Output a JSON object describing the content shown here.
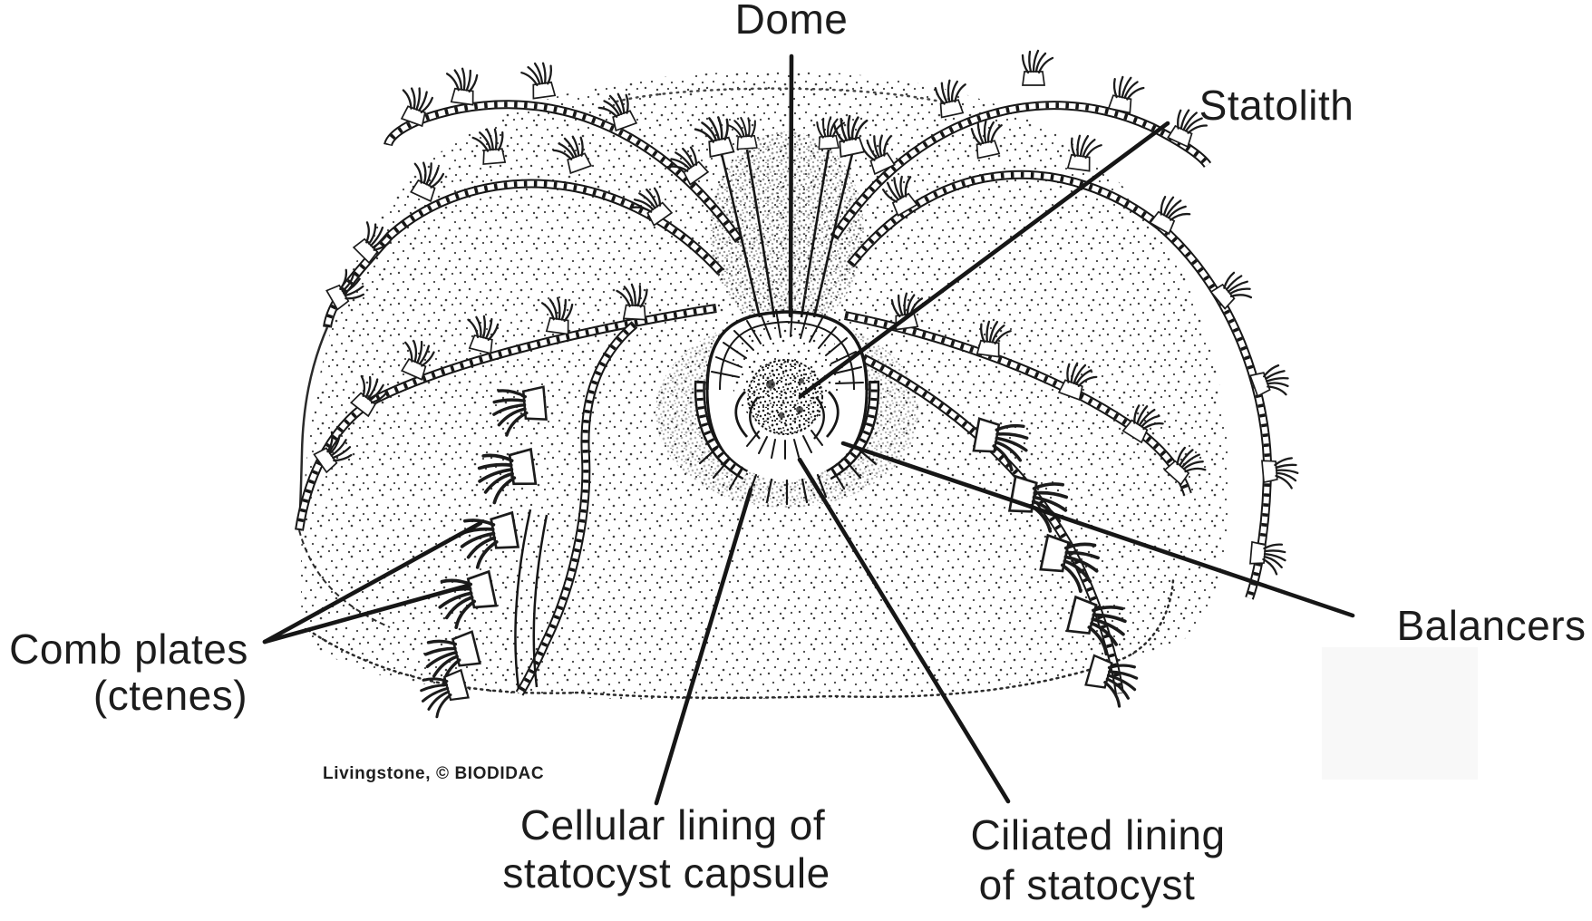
{
  "figure": {
    "labels": {
      "dome": {
        "text": "Dome"
      },
      "statolith": {
        "text": "Statolith"
      },
      "balancers": {
        "text": "Balancers"
      },
      "comb_plates": {
        "line1": "Comb plates",
        "line2": "(ctenes)"
      },
      "cellular_lining": {
        "line1": "Cellular lining of",
        "line2": "statocyst capsule"
      },
      "ciliated_lining": {
        "line1": "Ciliated lining",
        "line2": "of statocyst"
      }
    },
    "credit": "Livingstone, © BIODIDAC",
    "colors": {
      "ink": "#1b1b1b",
      "background": "#ffffff"
    }
  }
}
